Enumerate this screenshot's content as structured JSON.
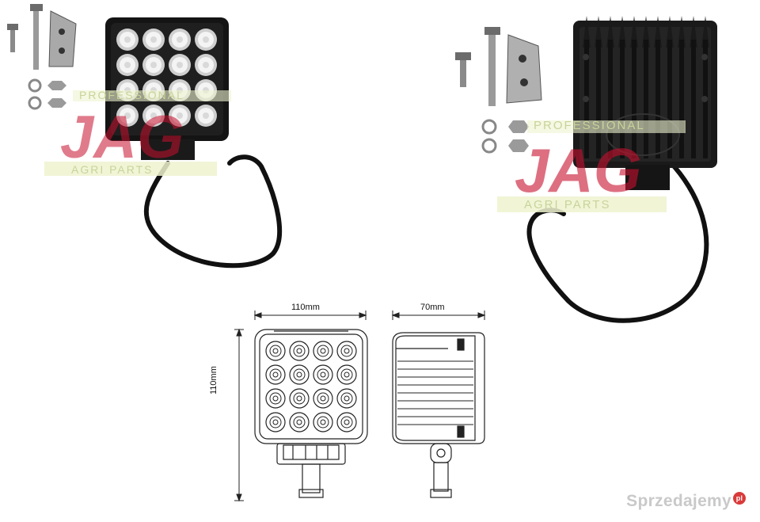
{
  "watermark": {
    "brand": "JAG",
    "top_line": "PROFESSIONAL",
    "bottom_line": "AGRI PARTS",
    "color": "#c8102e",
    "band_color": "#eef3cf"
  },
  "dimensions": {
    "front_width": "110mm",
    "side_depth": "70mm",
    "front_height": "110mm"
  },
  "site_logo": {
    "text": "Sprzedajemy",
    "badge": "pl",
    "color": "#c9c9c9",
    "badge_color": "#d93a3a"
  },
  "product": {
    "led_rows": 4,
    "led_cols": 4
  }
}
